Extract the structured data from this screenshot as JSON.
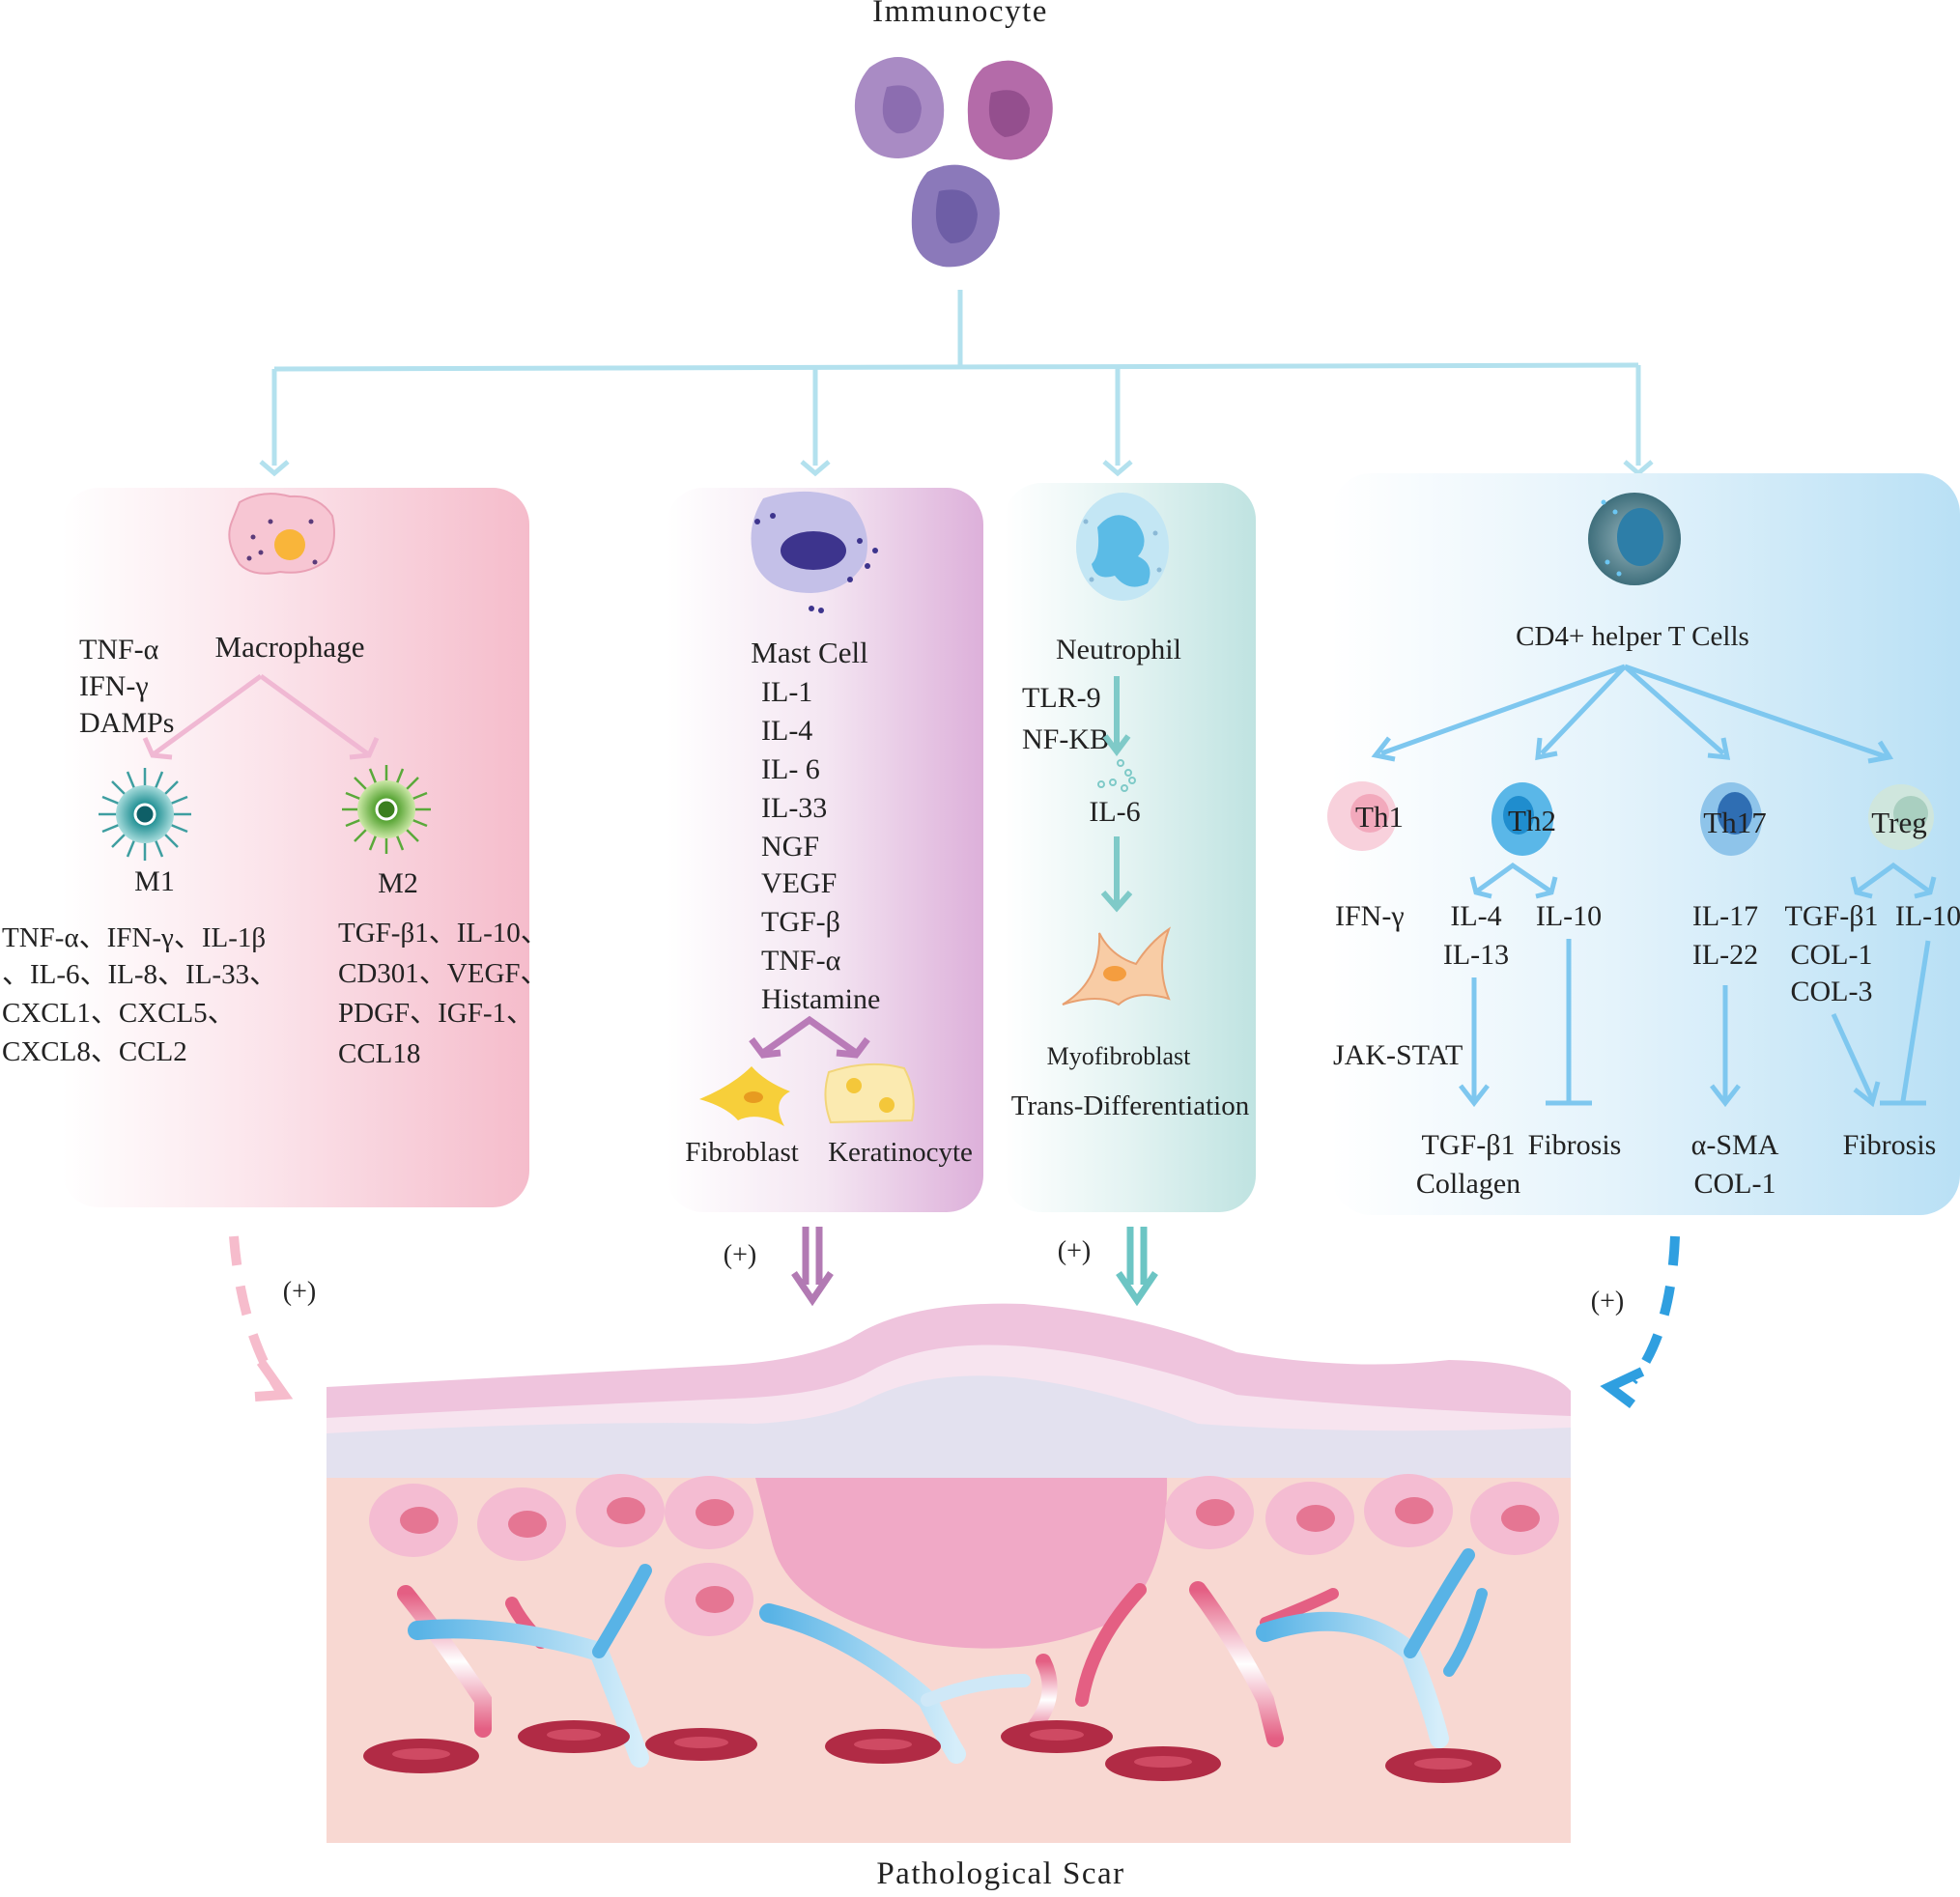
{
  "title": "Immunocyte",
  "footer": "Pathological Scar",
  "colors": {
    "macrophage": "#f2b3c4",
    "mast": "#c98fc9",
    "neutrophil": "#6cc5c4",
    "tcell": "#5bb9ec",
    "trunk": "#b3e1ee"
  },
  "plus_sign": "(+)",
  "macrophage": {
    "name": "Macrophage",
    "inducers": [
      "TNF-α",
      "IFN-γ",
      "DAMPs"
    ],
    "m1": {
      "name": "M1",
      "factors": [
        "TNF-α、IFN-γ、IL-1β",
        "、IL-6、IL-8、IL-33、",
        "CXCL1、CXCL5、",
        "CXCL8、CCL2"
      ]
    },
    "m2": {
      "name": "M2",
      "factors": [
        "TGF-β1、IL-10、",
        "CD301、VEGF、",
        "PDGF、IGF-1、",
        "CCL18"
      ]
    }
  },
  "mast": {
    "name": "Mast Cell",
    "factors": [
      "IL-1",
      "IL-4",
      "IL- 6",
      "IL-33",
      "NGF",
      "VEGF",
      "TGF-β",
      "TNF-α",
      "Histamine"
    ],
    "targets": [
      "Fibroblast",
      "Keratinocyte"
    ]
  },
  "neutrophil": {
    "name": "Neutrophil",
    "pathway": [
      "TLR-9",
      "NF-KB"
    ],
    "mediator": "IL-6",
    "product": "Myofibroblast",
    "process": "Trans-Differentiation"
  },
  "tcell": {
    "name": "CD4+ helper T Cells",
    "subsets": [
      "Th1",
      "Th2",
      "Th17",
      "Treg"
    ],
    "th1": {
      "factor": "IFN-γ",
      "pathway": "JAK-STAT"
    },
    "th2": {
      "left": [
        "IL-4",
        "IL-13"
      ],
      "right": "IL-10",
      "left_out": [
        "TGF-β1",
        "Collagen"
      ],
      "right_out": "Fibrosis"
    },
    "th17": {
      "factors": [
        "IL-17",
        "IL-22"
      ],
      "out": [
        "α-SMA",
        "COL-1"
      ]
    },
    "treg": {
      "left": [
        "TGF-β1",
        "COL-1",
        "COL-3"
      ],
      "right": "IL-10",
      "out": "Fibrosis"
    }
  }
}
